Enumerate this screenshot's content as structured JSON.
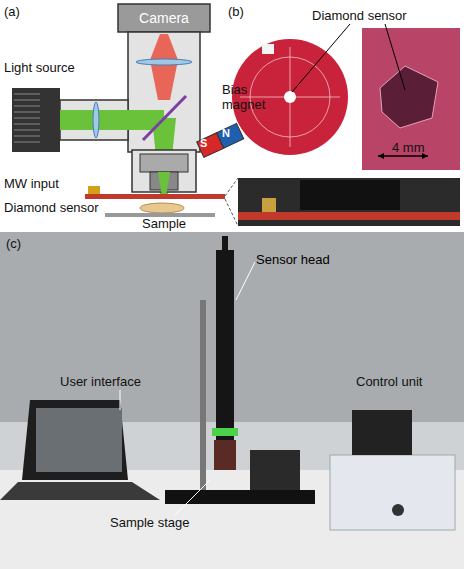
{
  "diagram": {
    "nodes": [
      {
        "text": [
          "Camera"
        ]
      }
    ],
    "labels": [
      "(a)",
      "(b)",
      "Light source",
      "Bias magnet",
      "S",
      "N",
      "MW input",
      "Diamond sensor",
      "Sample",
      "Diamond sensor",
      "4 mm",
      "(c)",
      "Sensor head",
      "User interface",
      "Control unit",
      "Sample stage"
    ]
  }
}
